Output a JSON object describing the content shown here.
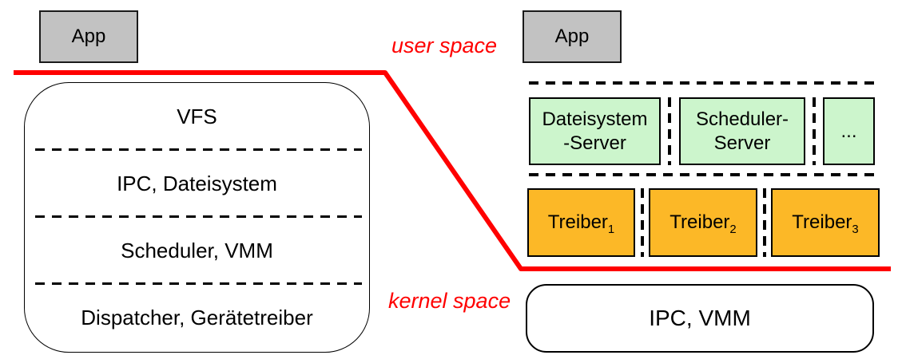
{
  "diagram": {
    "boundary": {
      "user_space_label": "user space",
      "kernel_space_label": "kernel space"
    },
    "monolithic": {
      "app_label": "App",
      "kernel_layers": [
        "VFS",
        "IPC, Dateisystem",
        "Scheduler, VMM",
        "Dispatcher, Gerätetreiber"
      ]
    },
    "microkernel": {
      "app_label": "App",
      "servers": [
        {
          "label_line1": "Dateisystem",
          "label_line2": "-Server"
        },
        {
          "label_line1": "Scheduler-",
          "label_line2": "Server"
        },
        {
          "label_line1": "...",
          "label_line2": ""
        }
      ],
      "drivers": [
        {
          "name": "Treiber",
          "subscript": "1"
        },
        {
          "name": "Treiber",
          "subscript": "2"
        },
        {
          "name": "Treiber",
          "subscript": "3"
        }
      ],
      "kernel_box_label": "IPC, VMM"
    },
    "colors": {
      "app_fill": "#C2C2C2",
      "server_fill": "#CCF5CC",
      "driver_fill": "#FCB827",
      "boundary_red": "#FF0000",
      "box_border": "#000000"
    }
  }
}
